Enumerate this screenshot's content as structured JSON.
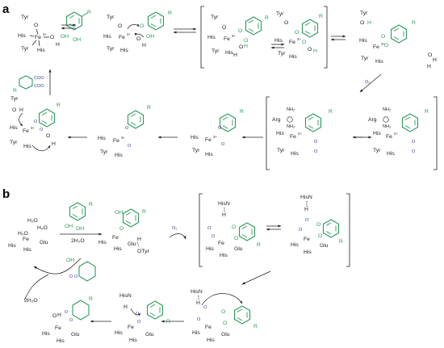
{
  "panels": {
    "a": "a",
    "b": "b"
  },
  "atoms": {
    "tyr": "Tyr",
    "his": "His",
    "glu": "Glu",
    "arg": "Arg",
    "fe": "Fe",
    "o": "O",
    "h": "H",
    "oh": "OH",
    "h2o": "H₂O",
    "two_h2o": "2H₂O",
    "hisn": "HisN",
    "otyr": "OTyr",
    "nh2": "NH₂",
    "r": "R",
    "coo": "COO",
    "o2": "O₂"
  },
  "oxidation": {
    "fe3": "3+",
    "fe2": "2+"
  },
  "colors": {
    "catechol": "#2c9a5a",
    "dioxygen": "#3a3a9a",
    "ink": "#222222"
  }
}
